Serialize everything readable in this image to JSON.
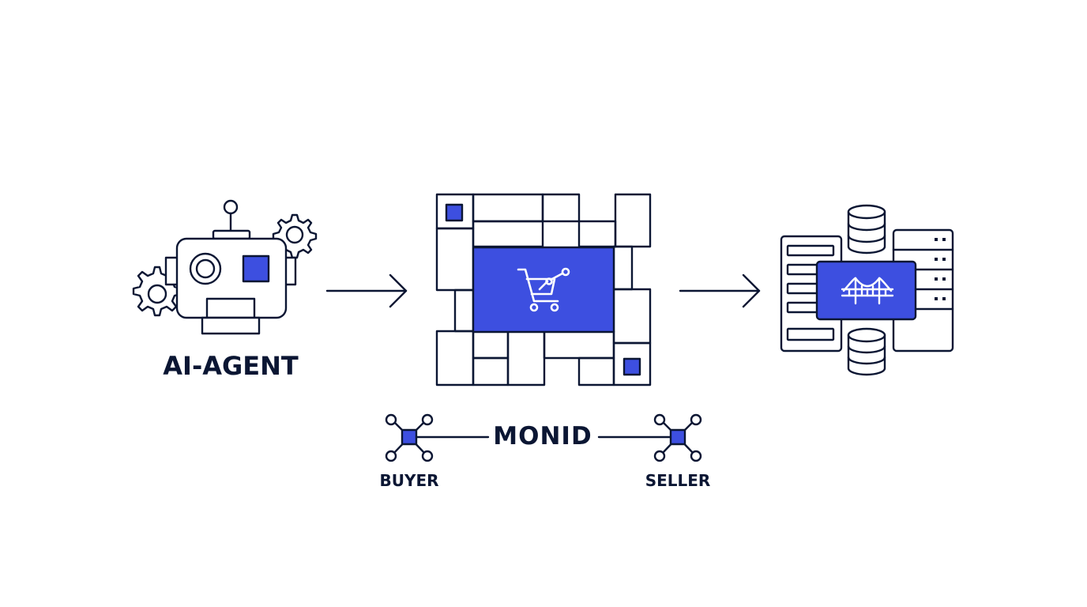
{
  "colors": {
    "ink": "#0b1633",
    "accent": "#3d4fe0",
    "background": "#ffffff"
  },
  "labels": {
    "agent": "AI-AGENT",
    "protocol": "MONID",
    "buyer": "BUYER",
    "seller": "SELLER"
  },
  "icons": {
    "agent": "robot-with-gears-icon",
    "marketplace": "shopping-cart-icon",
    "backend": "bridge-icon",
    "buyer_node": "network-node-icon",
    "seller_node": "network-node-icon",
    "database": "database-icon"
  }
}
